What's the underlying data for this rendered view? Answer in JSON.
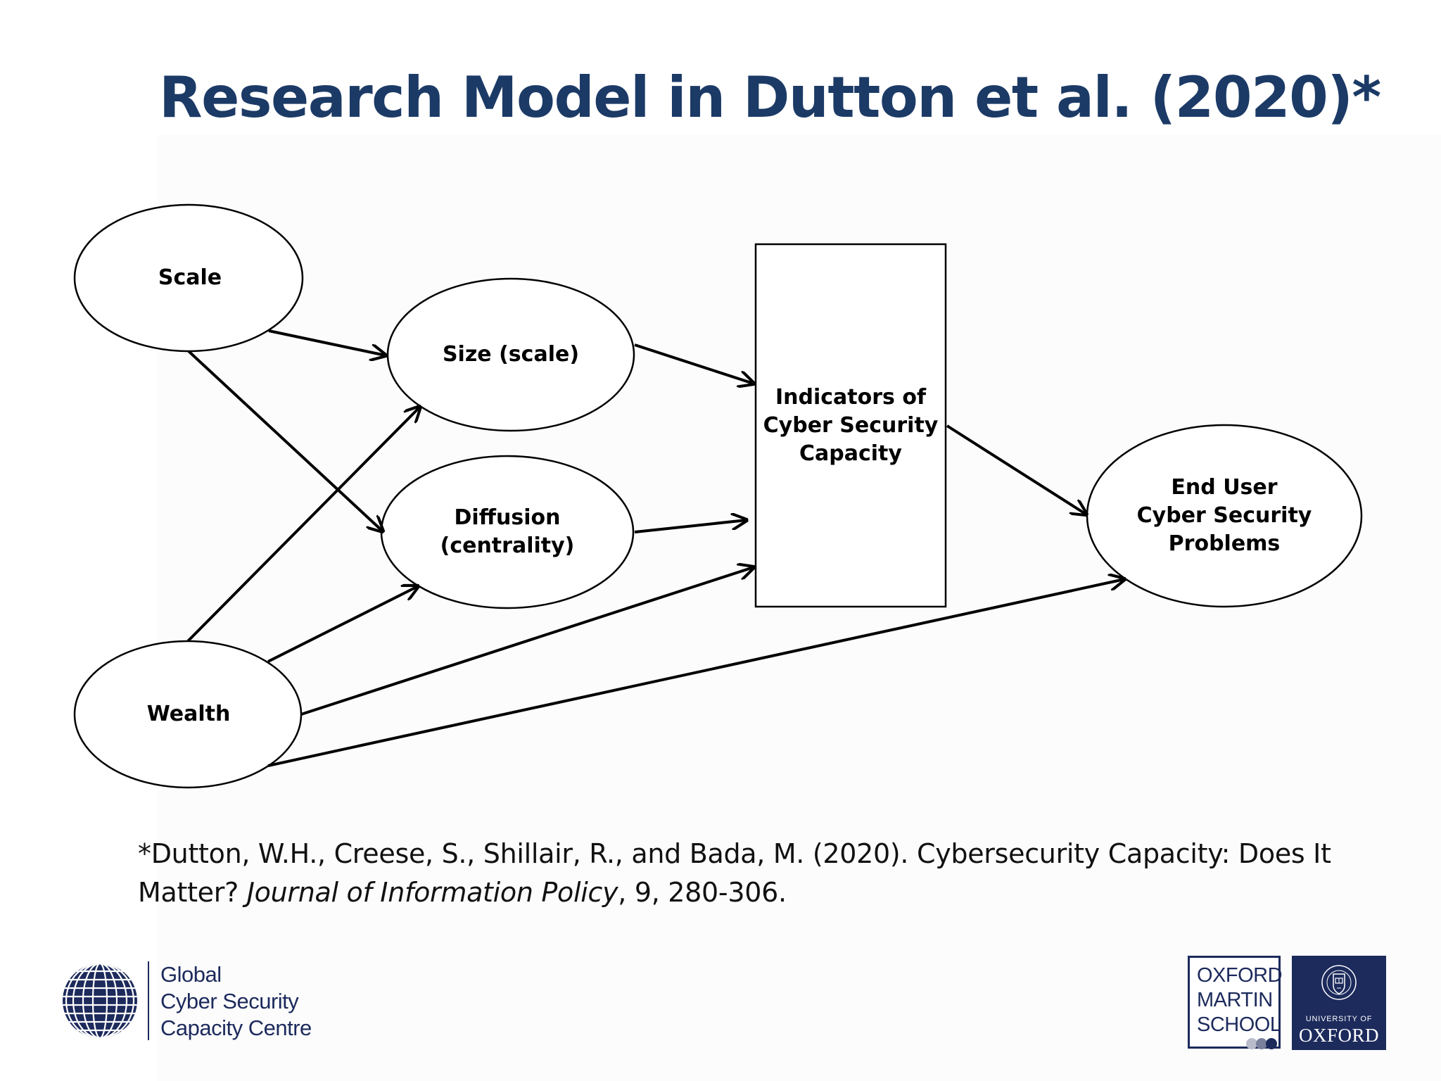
{
  "slide": {
    "title": "Research Model in Dutton et al. (2020)*"
  },
  "diagram": {
    "nodes": [
      {
        "id": "scale",
        "shape": "ellipse",
        "label": "Scale"
      },
      {
        "id": "size",
        "shape": "ellipse",
        "label": "Size (scale)"
      },
      {
        "id": "diffusion",
        "shape": "ellipse",
        "label": "Diffusion\n(centrality)"
      },
      {
        "id": "wealth",
        "shape": "ellipse",
        "label": "Wealth"
      },
      {
        "id": "indicators",
        "shape": "rectangle",
        "label": "Indicators of\nCyber Security\nCapacity"
      },
      {
        "id": "enduser",
        "shape": "ellipse",
        "label": "End User\nCyber Security\nProblems"
      }
    ],
    "edges": [
      {
        "from": "scale",
        "to": "size"
      },
      {
        "from": "scale",
        "to": "diffusion"
      },
      {
        "from": "wealth",
        "to": "size"
      },
      {
        "from": "wealth",
        "to": "diffusion"
      },
      {
        "from": "wealth",
        "to": "indicators"
      },
      {
        "from": "wealth",
        "to": "enduser"
      },
      {
        "from": "size",
        "to": "indicators"
      },
      {
        "from": "diffusion",
        "to": "indicators"
      },
      {
        "from": "indicators",
        "to": "enduser"
      }
    ]
  },
  "citation": {
    "part1": "*Dutton, W.H., Creese, S., Shillair, R., and Bada, M. (2020). Cybersecurity Capacity: Does It Matter? ",
    "journal": "Journal of Information Policy",
    "part2": ", 9, 280-306."
  },
  "logos": {
    "gcscc": {
      "line1": "Global",
      "line2": "Cyber Security",
      "line3": "Capacity Centre",
      "icon": "globe-icon"
    },
    "oxford_martin": {
      "line1": "OXFORD",
      "line2": "MARTIN",
      "line3": "SCHOOL"
    },
    "oxford_university": {
      "small": "UNIVERSITY OF",
      "big": "OXFORD",
      "icon": "crest-icon"
    },
    "colors": {
      "navy": "#1c2a5c",
      "title_blue": "#1c3a66"
    }
  }
}
